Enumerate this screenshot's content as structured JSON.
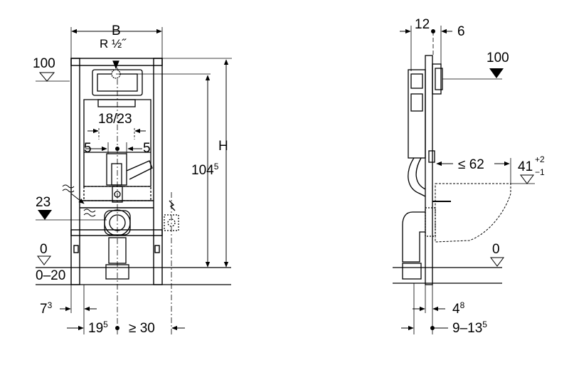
{
  "front_view": {
    "width_label": "B",
    "connection_label": "R ½˝",
    "level_top": "100",
    "level_23": "23",
    "level_zero": "0",
    "floor_range": "0–20",
    "height_label": "H",
    "height_value": "104",
    "height_value_sup": "5",
    "button_spacing": "18/23",
    "offset_left": "5",
    "offset_right": "5",
    "bottom_left": "7",
    "bottom_left_sup": "3",
    "bottom_mid": "19",
    "bottom_mid_sup": "5",
    "bottom_right": "≥ 30"
  },
  "side_view": {
    "top_left_dim": "12",
    "top_right_dim": "6",
    "level_top": "100",
    "bowl_length": "≤ 62",
    "bowl_height": "41",
    "bowl_height_plus": "+2",
    "bowl_height_minus": "−1",
    "level_zero": "0",
    "bottom_small": "4",
    "bottom_small_sup": "8",
    "bottom_range": "9–13",
    "bottom_range_sup": "5"
  }
}
